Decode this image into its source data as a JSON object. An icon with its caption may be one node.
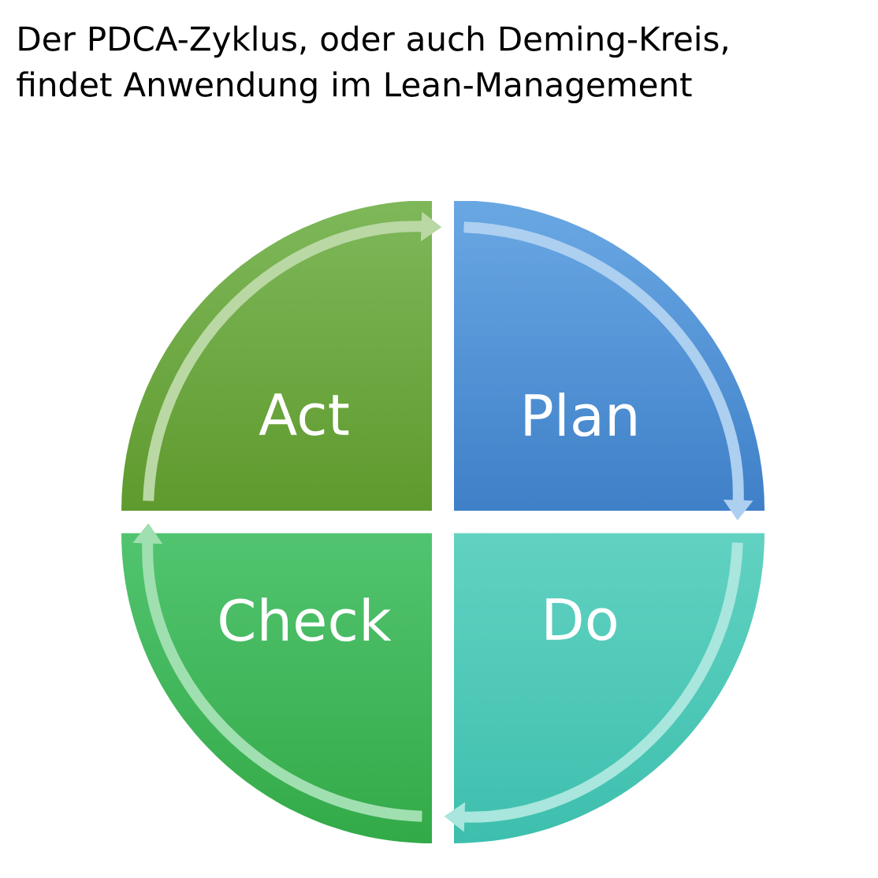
{
  "diagram": {
    "title": "Der PDCA-Zyklus, oder auch Deming-Kreis, findet Anwendung im Lean-Management",
    "nodes": [
      {
        "text": [
          "Act"
        ]
      },
      {
        "text": [
          "Plan"
        ]
      },
      {
        "text": [
          "Check"
        ]
      },
      {
        "text": [
          "Do"
        ]
      }
    ]
  }
}
